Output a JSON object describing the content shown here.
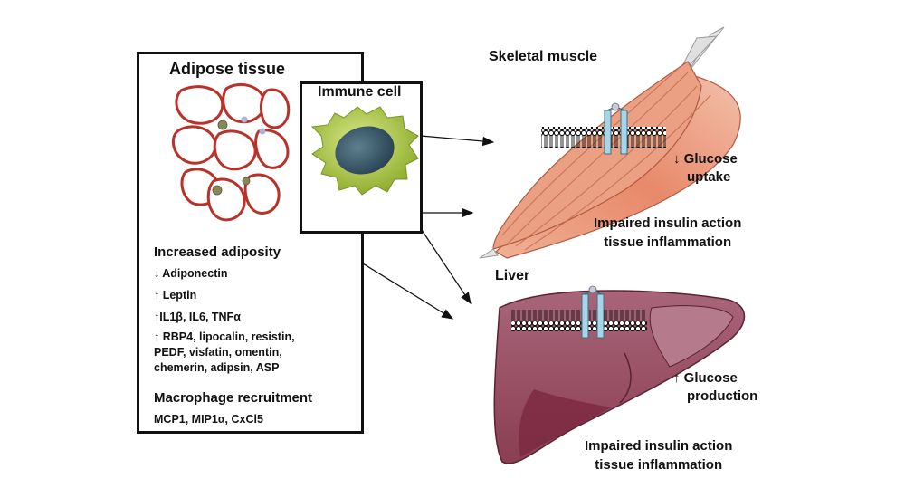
{
  "adipose": {
    "title": "Adipose tissue",
    "heading1": "Increased adiposity",
    "factors": [
      "↓ Adiponectin",
      "↑ Leptin",
      "↑IL1β, IL6, TNFα",
      "↑  RBP4, lipocalin, resistin,",
      "PEDF, visfatin, omentin,",
      "chemerin, adipsin, ASP"
    ],
    "heading2": "Macrophage recruitment",
    "chemokines": "MCP1, MIP1α, CxCl5"
  },
  "immune": {
    "title": "Immune cell"
  },
  "muscle": {
    "title": "Skeletal muscle",
    "effect_line1": "↓ Glucose",
    "effect_line2": "uptake",
    "impair_line1": "Impaired insulin action",
    "impair_line2": "tissue inflammation"
  },
  "liver": {
    "title": "Liver",
    "effect_line1": "↑ Glucose",
    "effect_line2": "production",
    "impair_line1": "Impaired insulin action",
    "impair_line2": "tissue inflammation"
  },
  "colors": {
    "fat_vessel": "#b8322a",
    "immune_cell": "#b3c94a",
    "nucleus": "#3f5e73",
    "muscle": "#e89576",
    "liver": "#8e4457",
    "receptor": "#a8d4e8"
  }
}
